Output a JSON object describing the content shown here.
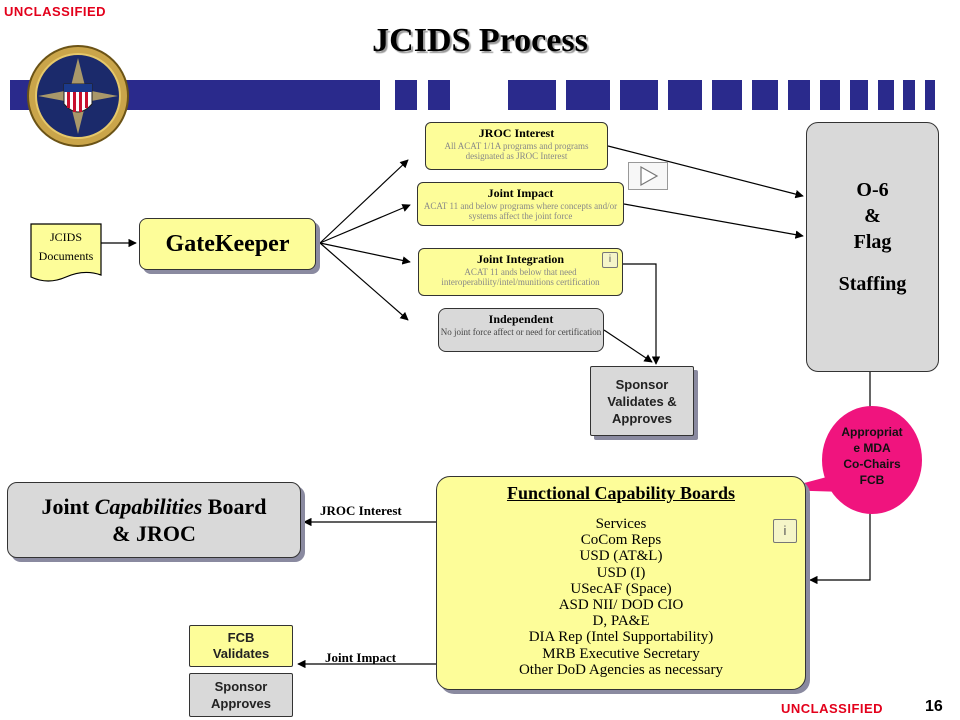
{
  "header": {
    "classification_top": "UNCLASSIFIED",
    "title": "JCIDS Process"
  },
  "footer": {
    "classification_bottom": "UNCLASSIFIED",
    "page_number": "16"
  },
  "jcids_documents": {
    "line1": "JCIDS",
    "line2": "Documents"
  },
  "gatekeeper": {
    "label": "GateKeeper"
  },
  "categories": {
    "jroc_interest": {
      "title": "JROC Interest",
      "desc": "All ACAT 1/1A programs and programs designated as JROC Interest"
    },
    "joint_impact": {
      "title": "Joint Impact",
      "desc": "ACAT 11 and below programs where concepts and/or systems affect the joint force"
    },
    "joint_integration": {
      "title": "Joint Integration",
      "desc": "ACAT 11 ands below that need interoperability/intel/munitions certification"
    },
    "independent": {
      "title": "Independent",
      "desc": "No joint force affect or need for certification"
    }
  },
  "staffing": {
    "line1": "O-6",
    "line2": "&",
    "line3": "Flag",
    "line4": "Staffing"
  },
  "sponsor_validates": {
    "line1": "Sponsor",
    "line2": "Validates &",
    "line3": "Approves"
  },
  "callout": {
    "line1": "Appropriat",
    "line2": "e MDA",
    "line3": "Co-Chairs",
    "line4": "FCB"
  },
  "jcb": {
    "line1_a": "Joint ",
    "line1_b": "Capabilities",
    "line1_c": " Board",
    "line2": "& JROC"
  },
  "fcb": {
    "title": "Functional Capability Boards",
    "members": [
      "Services",
      "CoCom Reps",
      "USD (AT&L)",
      "USD (I)",
      "USecAF (Space)",
      "ASD NII/ DOD CIO",
      "D, PA&E",
      "DIA Rep (Intel Supportability)",
      "MRB Executive Secretary",
      "Other DoD Agencies as necessary"
    ]
  },
  "labels": {
    "jroc_interest": "JROC Interest",
    "joint_impact": "Joint Impact"
  },
  "fcb_validates": {
    "line1": "FCB",
    "line2": "Validates"
  },
  "sponsor_approves": {
    "line1": "Sponsor",
    "line2": "Approves"
  },
  "colors": {
    "bar_blue": "#2a2a8c",
    "classification_red": "#e3001b",
    "box_yellow": "#fdfd99",
    "callout_magenta": "#f0147e"
  }
}
